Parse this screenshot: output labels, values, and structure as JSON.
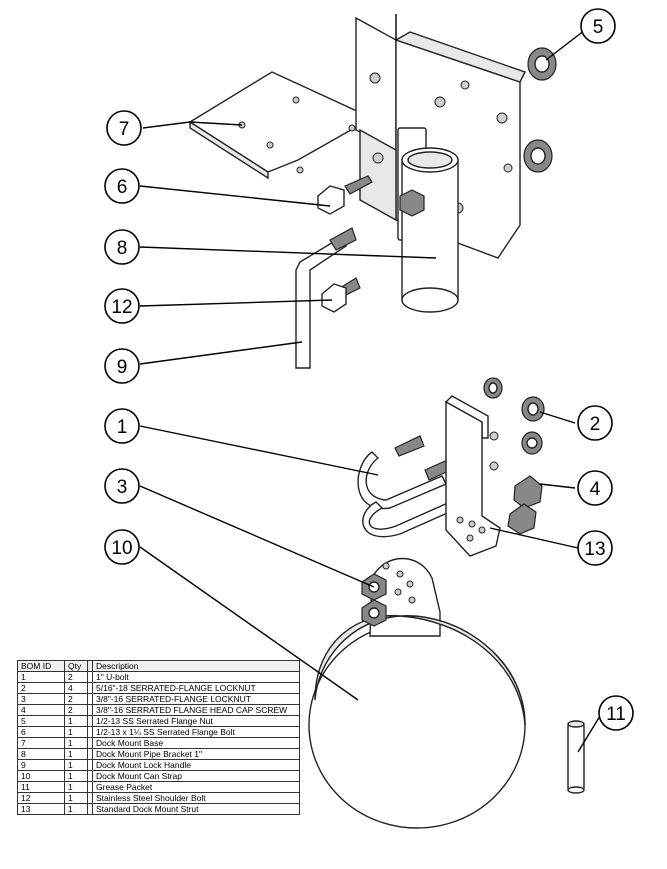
{
  "callouts": [
    "1",
    "2",
    "3",
    "4",
    "5",
    "6",
    "7",
    "8",
    "9",
    "10",
    "11",
    "12",
    "13"
  ],
  "bom": {
    "headers": {
      "id": "BOM ID",
      "qty": "Qty",
      "desc": "Description"
    },
    "rows": [
      {
        "id": "1",
        "qty": "2",
        "desc": "1\" U-bolt"
      },
      {
        "id": "2",
        "qty": "4",
        "desc": "5/16\"-18 SERRATED-FLANGE LOCKNUT"
      },
      {
        "id": "3",
        "qty": "2",
        "desc": "3/8\"-16 SERRATED-FLANGE LOCKNUT"
      },
      {
        "id": "4",
        "qty": "2",
        "desc": "3/8\"-16 SERRATED FLANGE HEAD CAP SCREW"
      },
      {
        "id": "5",
        "qty": "1",
        "desc": "1/2-13  SS Serrated Flange Nut"
      },
      {
        "id": "6",
        "qty": "1",
        "desc": "1/2-13 x 1¼  SS Serrated Flange Bolt"
      },
      {
        "id": "7",
        "qty": "1",
        "desc": "Dock Mount Base"
      },
      {
        "id": "8",
        "qty": "1",
        "desc": "Dock Mount Pipe Bracket 1\""
      },
      {
        "id": "9",
        "qty": "1",
        "desc": "Dock Mount Lock Handle"
      },
      {
        "id": "10",
        "qty": "1",
        "desc": "Dock Mount Can Strap"
      },
      {
        "id": "11",
        "qty": "1",
        "desc": "Grease Packet"
      },
      {
        "id": "12",
        "qty": "1",
        "desc": "Stainless Steel Shoulder Bolt"
      },
      {
        "id": "13",
        "qty": "1",
        "desc": "Standard Dock Mount Strut"
      }
    ]
  }
}
